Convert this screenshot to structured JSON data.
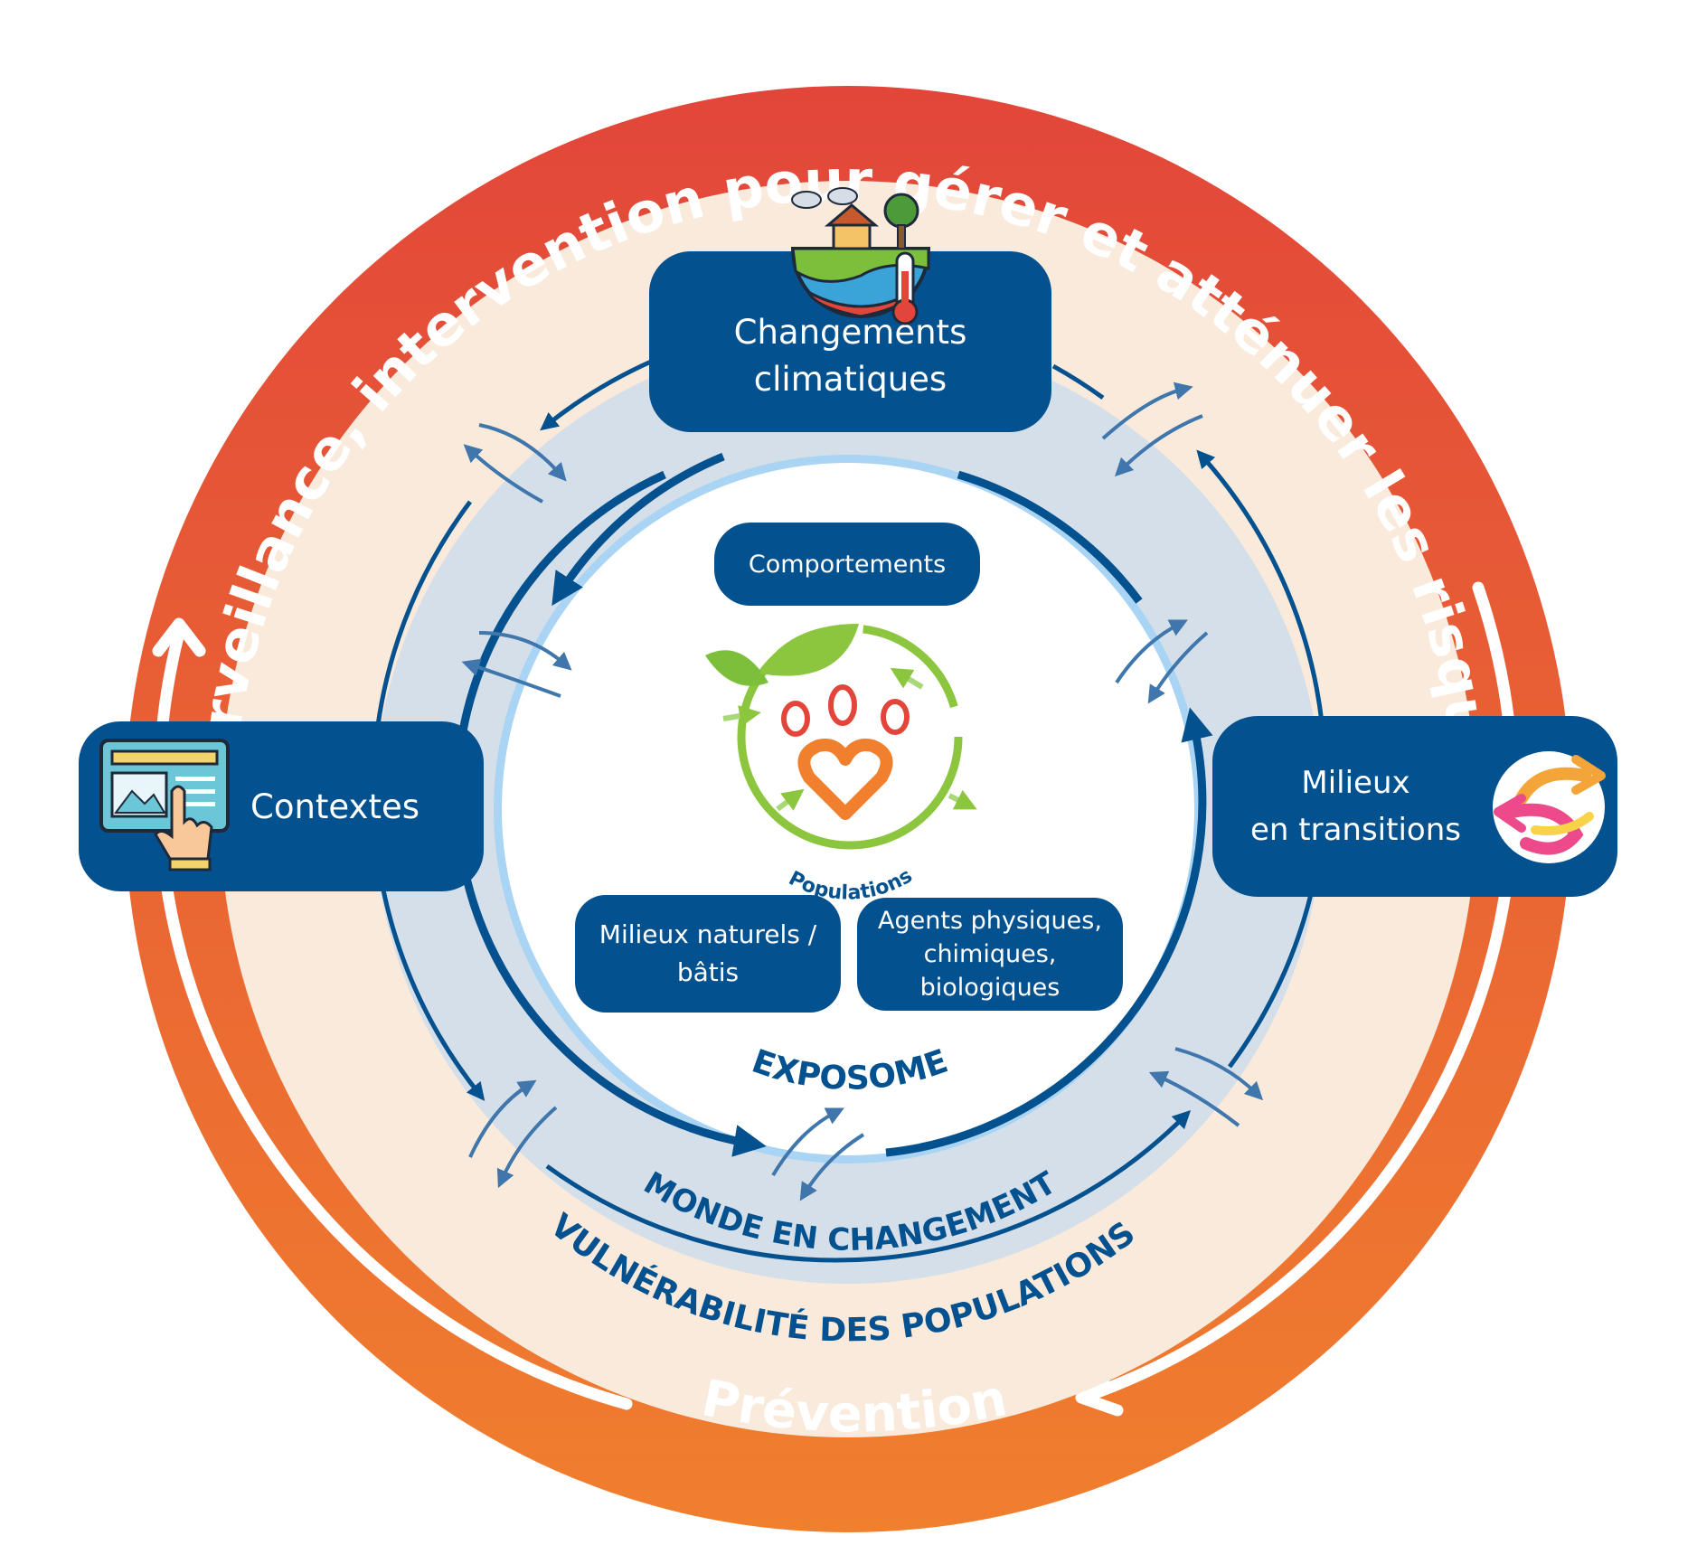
{
  "labels": {
    "outer_arc": "Surveillance, intervention pour gérer et atténuer les risques",
    "prevention": "Prévention",
    "vulnerabilite": "VULNÉRABILITÉ DES POPULATIONS",
    "monde": "MONDE EN CHANGEMENT",
    "exposome": "EXPOSOME",
    "populations": "Populations"
  },
  "boxes": {
    "changements": [
      "Changements",
      "climatiques"
    ],
    "contextes": "Contextes",
    "milieux_transitions": [
      "Milieux",
      "en transitions"
    ],
    "comportements": "Comportements",
    "milieux_naturels": [
      "Milieux naturels /",
      "bâtis"
    ],
    "agents": [
      "Agents physiques,",
      "chimiques,",
      "biologiques"
    ]
  },
  "icons": {
    "changements": "climate-world-icon",
    "contextes": "screen-touch-icon",
    "milieux": "transition-arrows-icon",
    "populations": "populations-logo-icon"
  },
  "colors": {
    "outer_ring_top": "#e2463a",
    "outer_ring_bottom": "#f07f2e",
    "cream": "#f9eadb",
    "light_blue_ring": "#d5dfea",
    "dark_blue": "#04518f",
    "arrow_blue": "#3f76ac",
    "sky": "#a9d4f3"
  }
}
